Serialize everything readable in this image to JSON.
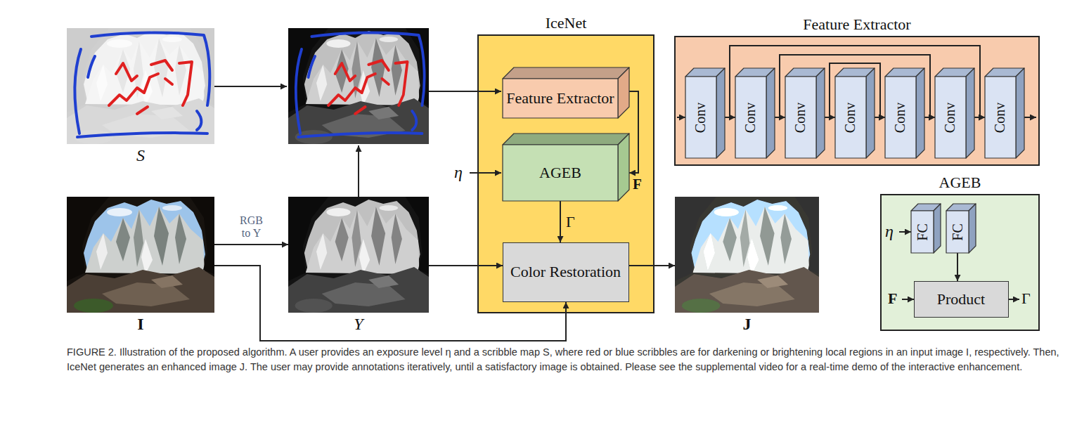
{
  "diagram": {
    "caption": "FIGURE 2. Illustration of the proposed algorithm. A user provides an exposure level η and a scribble map S, where red or blue scribbles are for darkening or brightening local regions in an input image I, respectively. Then, IceNet generates an enhanced image J. The user may provide annotations iteratively, until a satisfactory image is obtained. Please see the supplemental video for a real-time demo of the interactive enhancement.",
    "nodes": [
      {
        "text": [
          "S"
        ]
      },
      {
        "text": [
          "I"
        ]
      },
      {
        "text": [
          "Y"
        ]
      },
      {
        "text": [
          "IceNet"
        ]
      },
      {
        "text": [
          "Feature Extractor"
        ],
        "in": 3
      },
      {
        "text": [
          "AGEB"
        ],
        "in": 3
      },
      {
        "text": [
          "Color Restoration"
        ],
        "in": 3
      },
      {
        "text": [
          "J"
        ]
      },
      {
        "text": [
          "Feature Extractor"
        ]
      },
      {
        "text": [
          "Conv"
        ],
        "in": 8
      },
      {
        "text": [
          "Conv"
        ],
        "in": 8
      },
      {
        "text": [
          "Conv"
        ],
        "in": 8
      },
      {
        "text": [
          "Conv"
        ],
        "in": 8
      },
      {
        "text": [
          "Conv"
        ],
        "in": 8
      },
      {
        "text": [
          "Conv"
        ],
        "in": 8
      },
      {
        "text": [
          "Conv"
        ],
        "in": 8
      },
      {
        "text": [
          "AGEB"
        ]
      },
      {
        "text": [
          "FC"
        ],
        "in": 16
      },
      {
        "text": [
          "FC"
        ],
        "in": 16
      },
      {
        "text": [
          "Product"
        ],
        "in": 16
      }
    ],
    "edges": [
      {
        "from": 1,
        "to": 2,
        "arrow": "to",
        "label": "RGB to Y"
      },
      {
        "from": 2,
        "to": 6,
        "arrow": "to"
      },
      {
        "from": 1,
        "to": 6,
        "arrow": "to"
      },
      {
        "from": 5,
        "to": 6,
        "arrow": "to",
        "label": "Γ"
      },
      {
        "from": 4,
        "to": 5,
        "arrow": "to",
        "label": "F"
      },
      {
        "from": 6,
        "to": 7,
        "arrow": "to"
      },
      {
        "from": 9,
        "to": 10,
        "arrow": "to"
      },
      {
        "from": 10,
        "to": 11,
        "arrow": "to"
      },
      {
        "from": 11,
        "to": 12,
        "arrow": "to"
      },
      {
        "from": 12,
        "to": 13,
        "arrow": "to"
      },
      {
        "from": 13,
        "to": 14,
        "arrow": "to"
      },
      {
        "from": 14,
        "to": 15,
        "arrow": "to"
      },
      {
        "from": 9,
        "to": 15,
        "arrow": "to"
      },
      {
        "from": 10,
        "to": 14,
        "arrow": "to"
      },
      {
        "from": 11,
        "to": 13,
        "arrow": "to"
      },
      {
        "from": 18,
        "to": 19,
        "arrow": "to"
      }
    ],
    "labels": [
      "η",
      "η",
      "F",
      "Γ"
    ]
  }
}
